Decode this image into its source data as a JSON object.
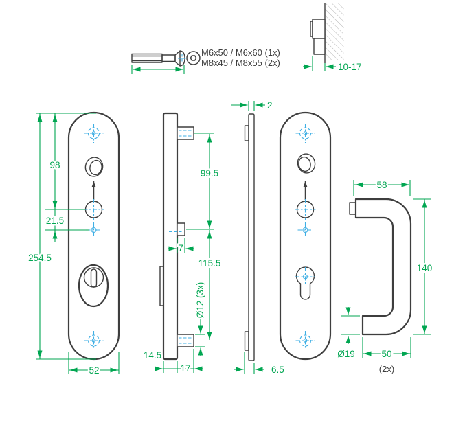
{
  "screw_detail": {
    "spec_line1": "M6x50 / M6x60 (1x)",
    "spec_line2": "M8x45 / M8x55 (2x)"
  },
  "wall_detail": {
    "protrusion_range": "10-17"
  },
  "outer_plate": {
    "top_to_handle": "98",
    "handle_to_screw": "21.5",
    "total_height": "254.5",
    "width": "52"
  },
  "side_view": {
    "insert_thickness": "2",
    "boss_spacing_top": "99.5",
    "boss_protrusion": "7",
    "boss_spacing_bottom": "115.5",
    "boss_diameter": "Ø12 (3x)",
    "plate_thickness": "14.5",
    "boss_length": "17"
  },
  "insert_view": {
    "thickness": "6.5"
  },
  "handle": {
    "top_width": "58",
    "height": "140",
    "tube_diameter": "Ø19",
    "bottom_width": "50",
    "quantity": "(2x)"
  },
  "colors": {
    "dimension_green": "#00A651",
    "centerline_blue": "#3FAFE4",
    "outline_dark": "#3E3E3E"
  }
}
